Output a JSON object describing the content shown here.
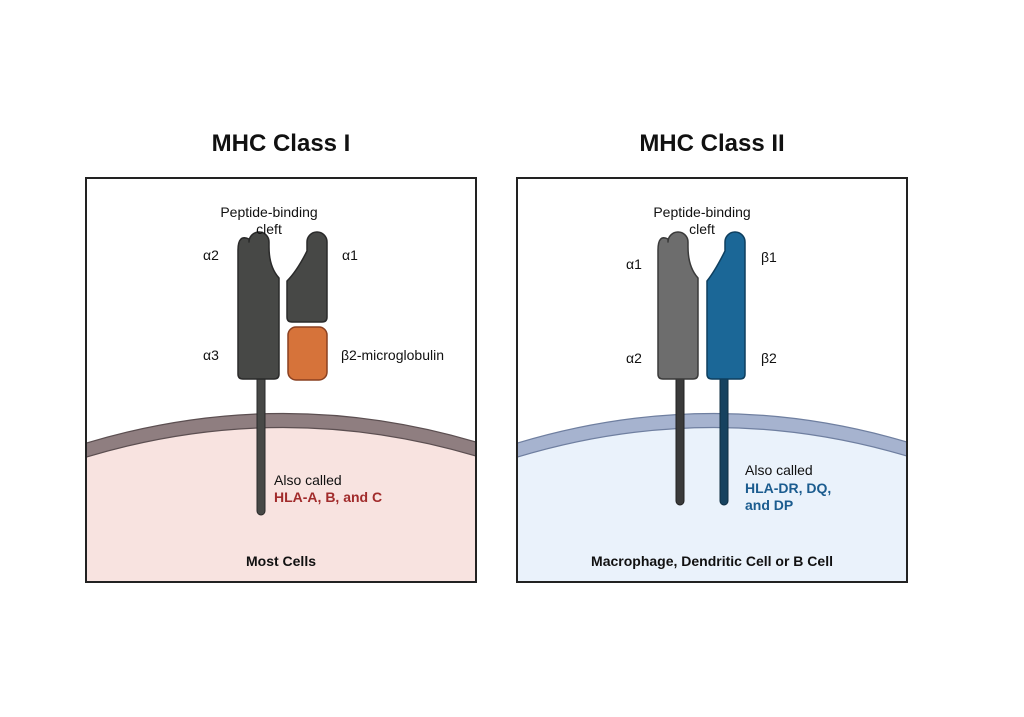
{
  "panels": [
    {
      "title": "MHC Class I",
      "cleft_line1": "Peptide-binding",
      "cleft_line2": "cleft",
      "labels": {
        "a2": "α2",
        "a1": "α1",
        "a3": "α3",
        "b2m": "β2-microglobulin"
      },
      "also_called": "Also called",
      "names": "HLA-A, B, and C",
      "cell_type": "Most Cells",
      "colors": {
        "chain": "#474846",
        "b2m": "#d6733a",
        "membrane": "#8f7e80",
        "cell": "#f8e3e0",
        "names_text": "#a12b2b"
      }
    },
    {
      "title": "MHC Class II",
      "cleft_line1": "Peptide-binding",
      "cleft_line2": "cleft",
      "labels": {
        "a1": "α1",
        "b1": "β1",
        "a2": "α2",
        "b2": "β2"
      },
      "also_called": "Also called",
      "names_line1": "HLA-DR, DQ,",
      "names_line2": "and DP",
      "cell_type": "Macrophage, Dendritic Cell or B Cell",
      "colors": {
        "alpha": "#6d6d6d",
        "beta": "#1b6797",
        "membrane": "#a6b3cf",
        "cell": "#eaf2fb",
        "names_text": "#1b5c8f"
      }
    }
  ]
}
